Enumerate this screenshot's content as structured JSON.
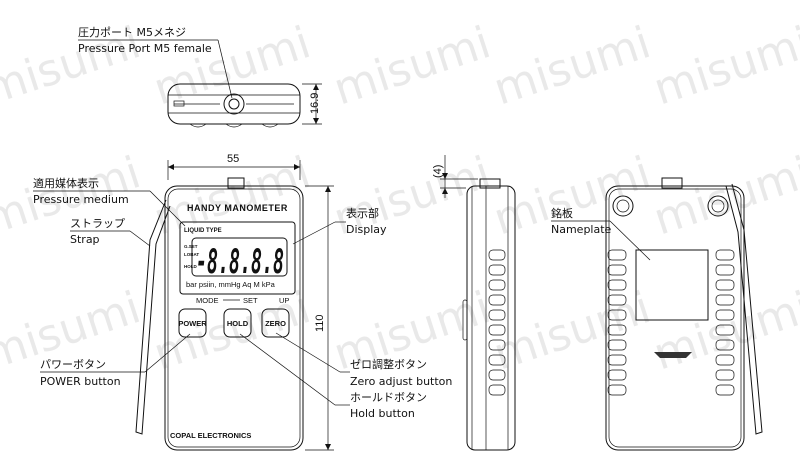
{
  "watermark": "misumi",
  "labels": {
    "pressure_port_jp": "圧力ポート M5メネジ",
    "pressure_port_en": "Pressure Port M5 female",
    "medium_jp": "適用媒体表示",
    "medium_en": "Pressure medium",
    "strap_jp": "ストラップ",
    "strap_en": "Strap",
    "display_jp": "表示部",
    "display_en": "Display",
    "power_jp": "パワーボタン",
    "power_en": "POWER button",
    "zero_jp": "ゼロ調整ボタン",
    "zero_en": "Zero adjust button",
    "hold_jp": "ホールドボタン",
    "hold_en": "Hold button",
    "nameplate_jp": "銘板",
    "nameplate_en": "Nameplate"
  },
  "dimensions": {
    "width": "55",
    "height": "110",
    "thickness": "16.9",
    "port": "(4)"
  },
  "device": {
    "title": "HANDY MANOMETER",
    "liquid_type": "LIQUID TYPE",
    "indicator_1": "G.SET",
    "indicator_2": "LOBAT",
    "indicator_3": "HOLD",
    "digits": "-8.8.8.8",
    "units": "bar psiin, mmHg  Aq  M kPa",
    "mode_label": "MODE",
    "set_label": "SET",
    "up_label": "UP",
    "power_btn": "POWER",
    "hold_btn": "HOLD",
    "zero_btn": "ZERO",
    "brand": "COPAL ELECTRONICS"
  }
}
